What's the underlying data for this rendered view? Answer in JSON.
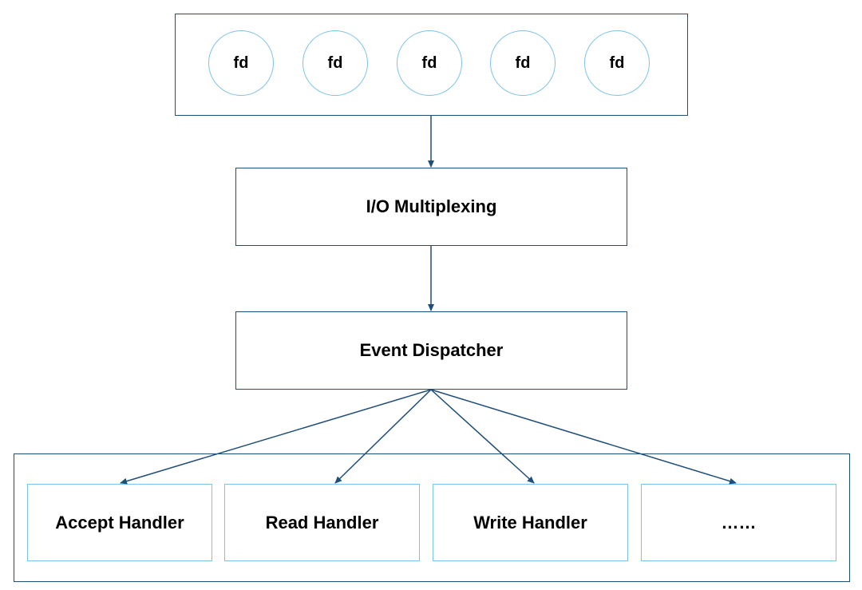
{
  "diagram": {
    "fds": [
      "fd",
      "fd",
      "fd",
      "fd",
      "fd"
    ],
    "io_multiplexing": "I/O Multiplexing",
    "event_dispatcher": "Event Dispatcher",
    "handlers": [
      "Accept Handler",
      "Read Handler",
      "Write Handler",
      "……"
    ]
  },
  "colors": {
    "dark_border": "#1f4e79",
    "light_border": "#7ec3ea",
    "arrow": "#1f4e79"
  }
}
